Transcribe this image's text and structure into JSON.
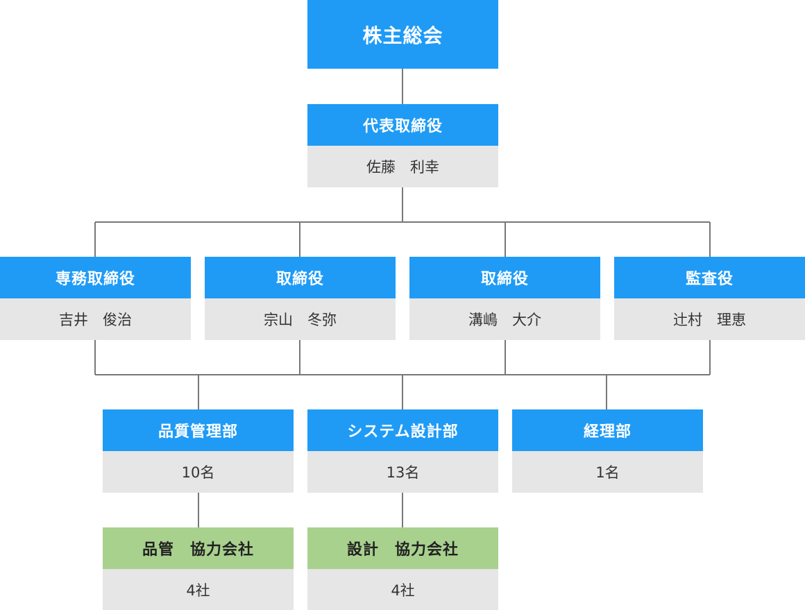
{
  "shareholders": {
    "title": "株主総会"
  },
  "president": {
    "title": "代表取締役",
    "name": "佐藤　利幸"
  },
  "executives": [
    {
      "title": "専務取締役",
      "name": "吉井　俊治"
    },
    {
      "title": "取締役",
      "name": "宗山　冬弥"
    },
    {
      "title": "取締役",
      "name": "溝嶋　大介"
    },
    {
      "title": "監査役",
      "name": "辻村　理恵"
    }
  ],
  "departments": [
    {
      "title": "品質管理部",
      "count": "10名"
    },
    {
      "title": "システム設計部",
      "count": "13名"
    },
    {
      "title": "経理部",
      "count": "1名"
    }
  ],
  "partners": [
    {
      "title": "品管　協力会社",
      "count": "4社"
    },
    {
      "title": "設計　協力会社",
      "count": "4社"
    }
  ],
  "colors": {
    "header_blue": "#1f9bf6",
    "header_green": "#a9d18e",
    "body_gray": "#e6e6e6",
    "connector": "#777777"
  }
}
